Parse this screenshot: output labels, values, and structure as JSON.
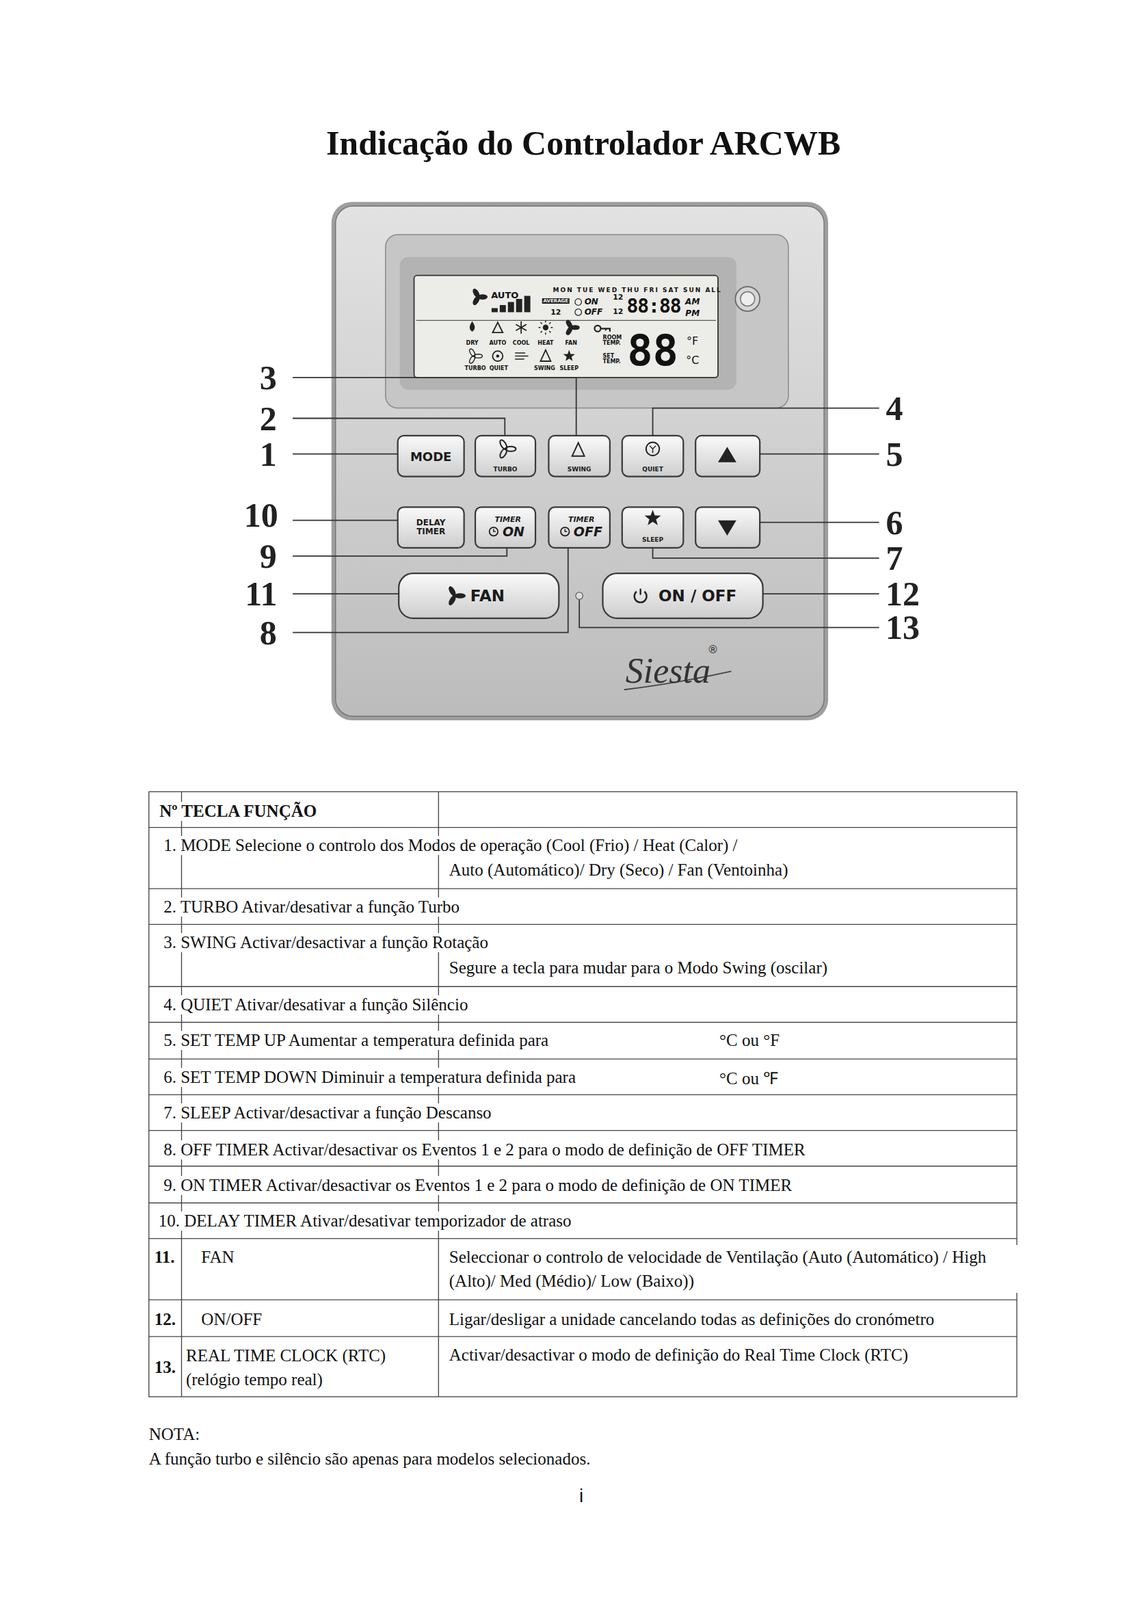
{
  "diagram": {
    "title": "Indicação do Controlador ARCWB",
    "nodes": [
      {
        "text": [
          "MODE"
        ]
      },
      {
        "text": [
          "TURBO"
        ]
      },
      {
        "text": [
          "SWING"
        ]
      },
      {
        "text": [
          "QUIET"
        ]
      },
      {
        "text": [
          "DELAY TIMER"
        ]
      },
      {
        "text": [
          "TIMER",
          "ON"
        ]
      },
      {
        "text": [
          "TIMER",
          "OFF"
        ]
      },
      {
        "text": [
          "SLEEP"
        ]
      },
      {
        "text": [
          "FAN"
        ]
      },
      {
        "text": [
          "ON / OFF"
        ]
      }
    ],
    "labels": [
      "3",
      "2",
      "1",
      "10",
      "9",
      "11",
      "8",
      "4",
      "5",
      "6",
      "7",
      "12",
      "13",
      "AUTO",
      "MON TUE WED THU FRI SAT SUN ALL",
      "AVERAGE",
      "12",
      "ON",
      "OFF",
      "12",
      "12",
      "88:88",
      "AM",
      "PM",
      "DRY",
      "AUTO",
      "COOL",
      "HEAT",
      "FAN",
      "ROOM TEMP.",
      "SET TEMP.",
      "88",
      "°F",
      "°C",
      "TURBO",
      "QUIET",
      "SWING",
      "SLEEP",
      "Siesta",
      "®",
      "Nº TECLA FUNÇÃO",
      "1. MODE Selecione o controlo dos Modos de operação (Cool (Frio) / Heat (Calor) /",
      "Auto (Automático)/ Dry (Seco) / Fan (Ventoinha)",
      "2. TURBO Ativar/desativar a função Turbo",
      "3. SWING Activar/desactivar a função Rotação",
      "Segure a tecla para mudar para o Modo Swing (oscilar)",
      "4. QUIET Ativar/desativar a função Silêncio",
      "5. SET TEMP UP Aumentar a temperatura definida para",
      "°C ou °F",
      "6. SET TEMP DOWN Diminuir a temperatura definida para",
      "°C ou ℉",
      "7. SLEEP Activar/desactivar a função Descanso",
      "8. OFF TIMER Activar/desactivar os Eventos 1 e 2 para o modo de definição de OFF TIMER",
      "9. ON TIMER Activar/desactivar os Eventos 1 e 2 para o modo de definição de ON TIMER",
      "10. DELAY TIMER Ativar/desativar temporizador de atraso",
      "11.",
      "FAN",
      "Seleccionar o controlo de velocidade de Ventilação (Auto (Automático) / High (Alto)/ Med (Médio)/ Low (Baixo))",
      "12.",
      "ON/OFF",
      "Ligar/desligar a unidade cancelando todas as definições do cronómetro",
      "13.",
      "REAL TIME CLOCK (RTC) (relógio tempo real)",
      "Activar/desactivar o modo de definição do Real Time Clock (RTC)",
      "NOTA:",
      "A função turbo e silêncio são apenas para modelos selecionados.",
      "i"
    ]
  }
}
